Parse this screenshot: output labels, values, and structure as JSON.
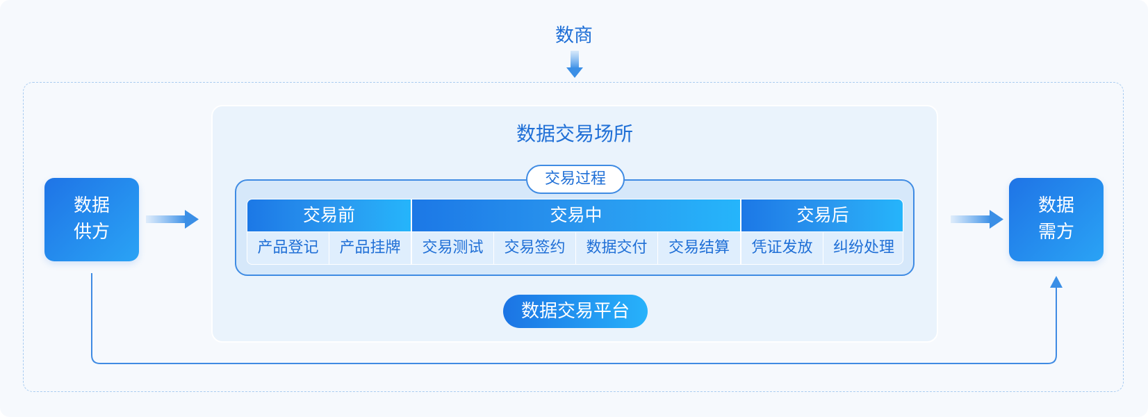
{
  "top_label": "数商",
  "venue_title": "数据交易场所",
  "process_label": "交易过程",
  "phases": [
    {
      "label": "交易前",
      "steps": [
        "产品登记",
        "产品挂牌"
      ]
    },
    {
      "label": "交易中",
      "steps": [
        "交易测试",
        "交易签约",
        "数据交付",
        "交易结算"
      ]
    },
    {
      "label": "交易后",
      "steps": [
        "凭证发放",
        "纠纷处理"
      ]
    }
  ],
  "platform_label": "数据交易平台",
  "supplier": {
    "line1": "数据",
    "line2": "供方"
  },
  "demander": {
    "line1": "数据",
    "line2": "需方"
  },
  "colors": {
    "primary": "#1f6fd6",
    "gradient_start": "#1c78e6",
    "gradient_end": "#25b5fb",
    "dashed_border": "#a9ccf1",
    "background": "#f6f9fd"
  }
}
